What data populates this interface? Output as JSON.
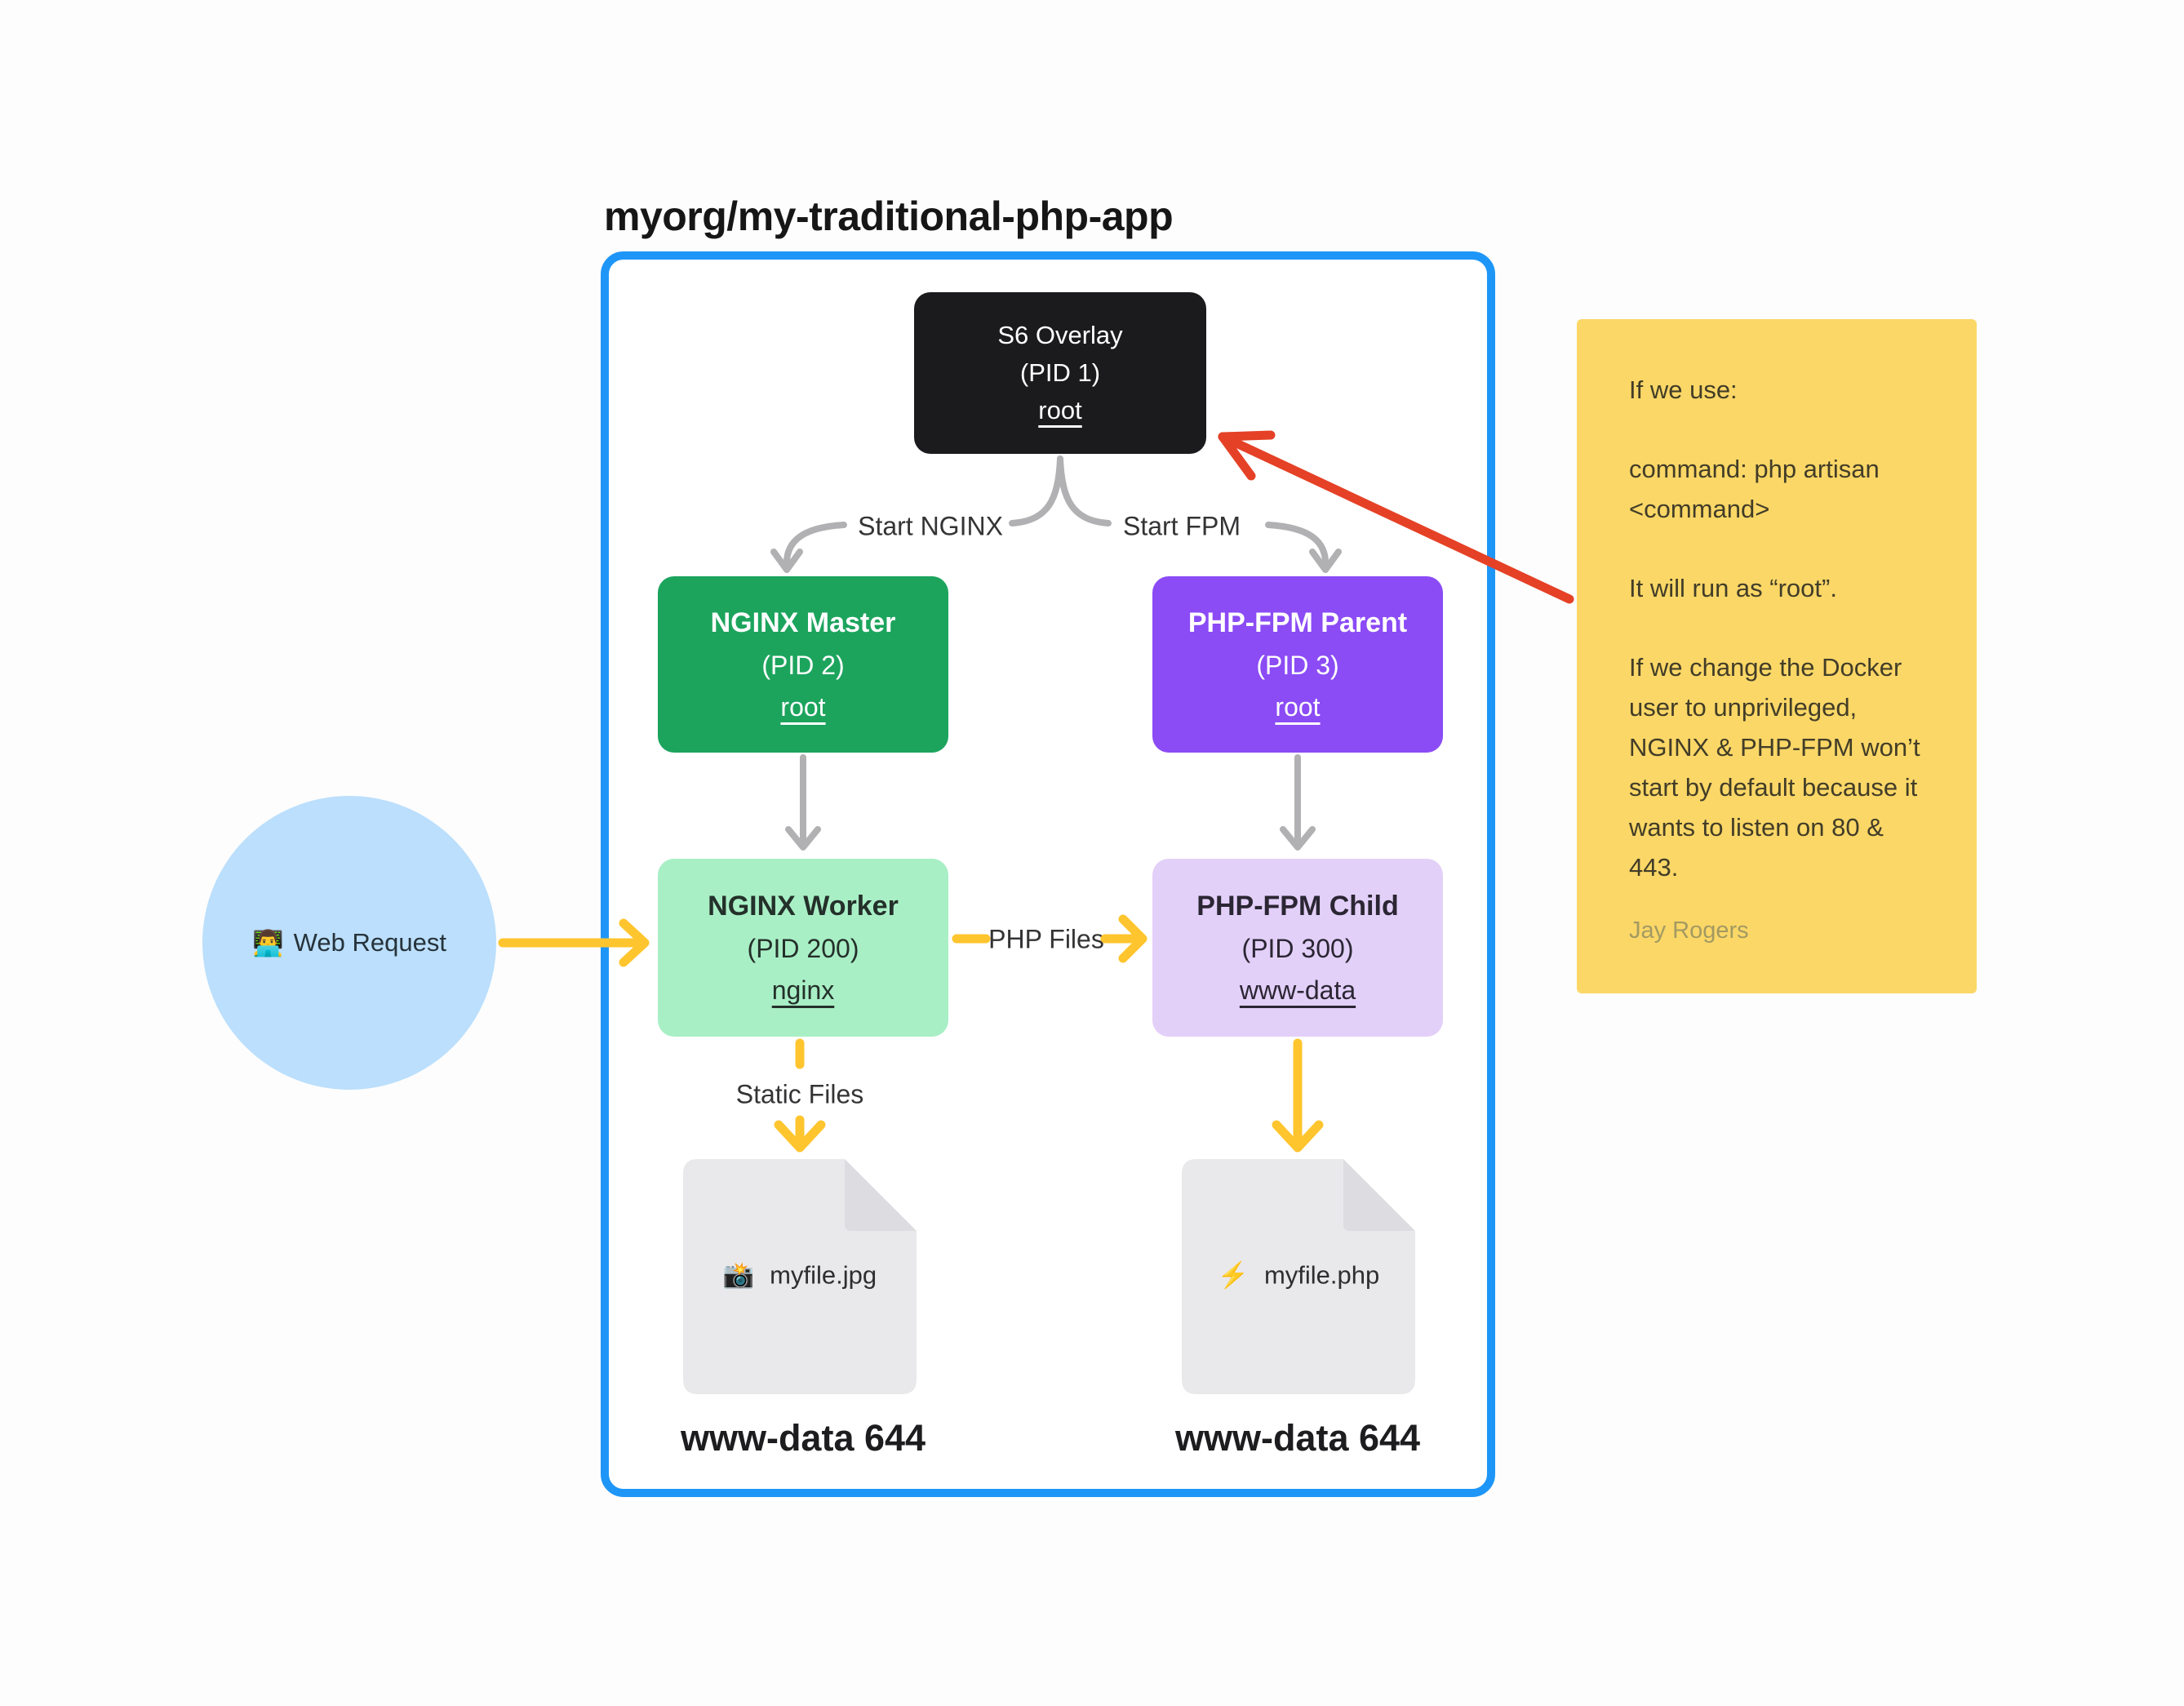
{
  "title": "myorg/my-traditional-php-app",
  "colors": {
    "container_border": "#1E96F7",
    "s6_box": "#1B1B1D",
    "nginx_master_box": "#1CA45D",
    "php_fpm_parent_box": "#8B4BF5",
    "nginx_worker_box": "#A9EFC6",
    "php_fpm_child_box": "#E3D0F9",
    "web_request_circle": "#BBDFFC",
    "note_bg": "#FBD767",
    "yellow_arrow": "#FFC52E",
    "gray_arrow": "#B1B1B3",
    "red_arrow": "#E54126",
    "file_icon_bg": "#E9E9EB"
  },
  "nodes": {
    "s6": {
      "title": "S6 Overlay",
      "pid": "(PID 1)",
      "user": "root"
    },
    "nginx_master": {
      "title": "NGINX Master",
      "pid": "(PID 2)",
      "user": "root"
    },
    "php_fpm_parent": {
      "title": "PHP-FPM Parent",
      "pid": "(PID 3)",
      "user": "root"
    },
    "nginx_worker": {
      "title": "NGINX Worker",
      "pid": "(PID 200)",
      "user": "nginx"
    },
    "php_fpm_child": {
      "title": "PHP-FPM Child",
      "pid": "(PID 300)",
      "user": "www-data"
    }
  },
  "edges": {
    "start_nginx": "Start NGINX",
    "start_fpm": "Start FPM",
    "php_files": "PHP Files",
    "static_files": "Static Files"
  },
  "web_request": {
    "icon": "👨‍💻",
    "label": "Web Request"
  },
  "files": {
    "jpg": {
      "icon": "📸",
      "name": "myfile.jpg",
      "owner": "www-data 644"
    },
    "php": {
      "icon": "⚡",
      "name": "myfile.php",
      "owner": "www-data 644"
    }
  },
  "note": {
    "paragraphs": [
      "If we use:",
      "command: php artisan <command>",
      "It will run as “root”.",
      "If we change the Docker user to unprivileged, NGINX & PHP-FPM won’t start by default because it wants to listen on 80 & 443."
    ],
    "author": "Jay Rogers"
  }
}
